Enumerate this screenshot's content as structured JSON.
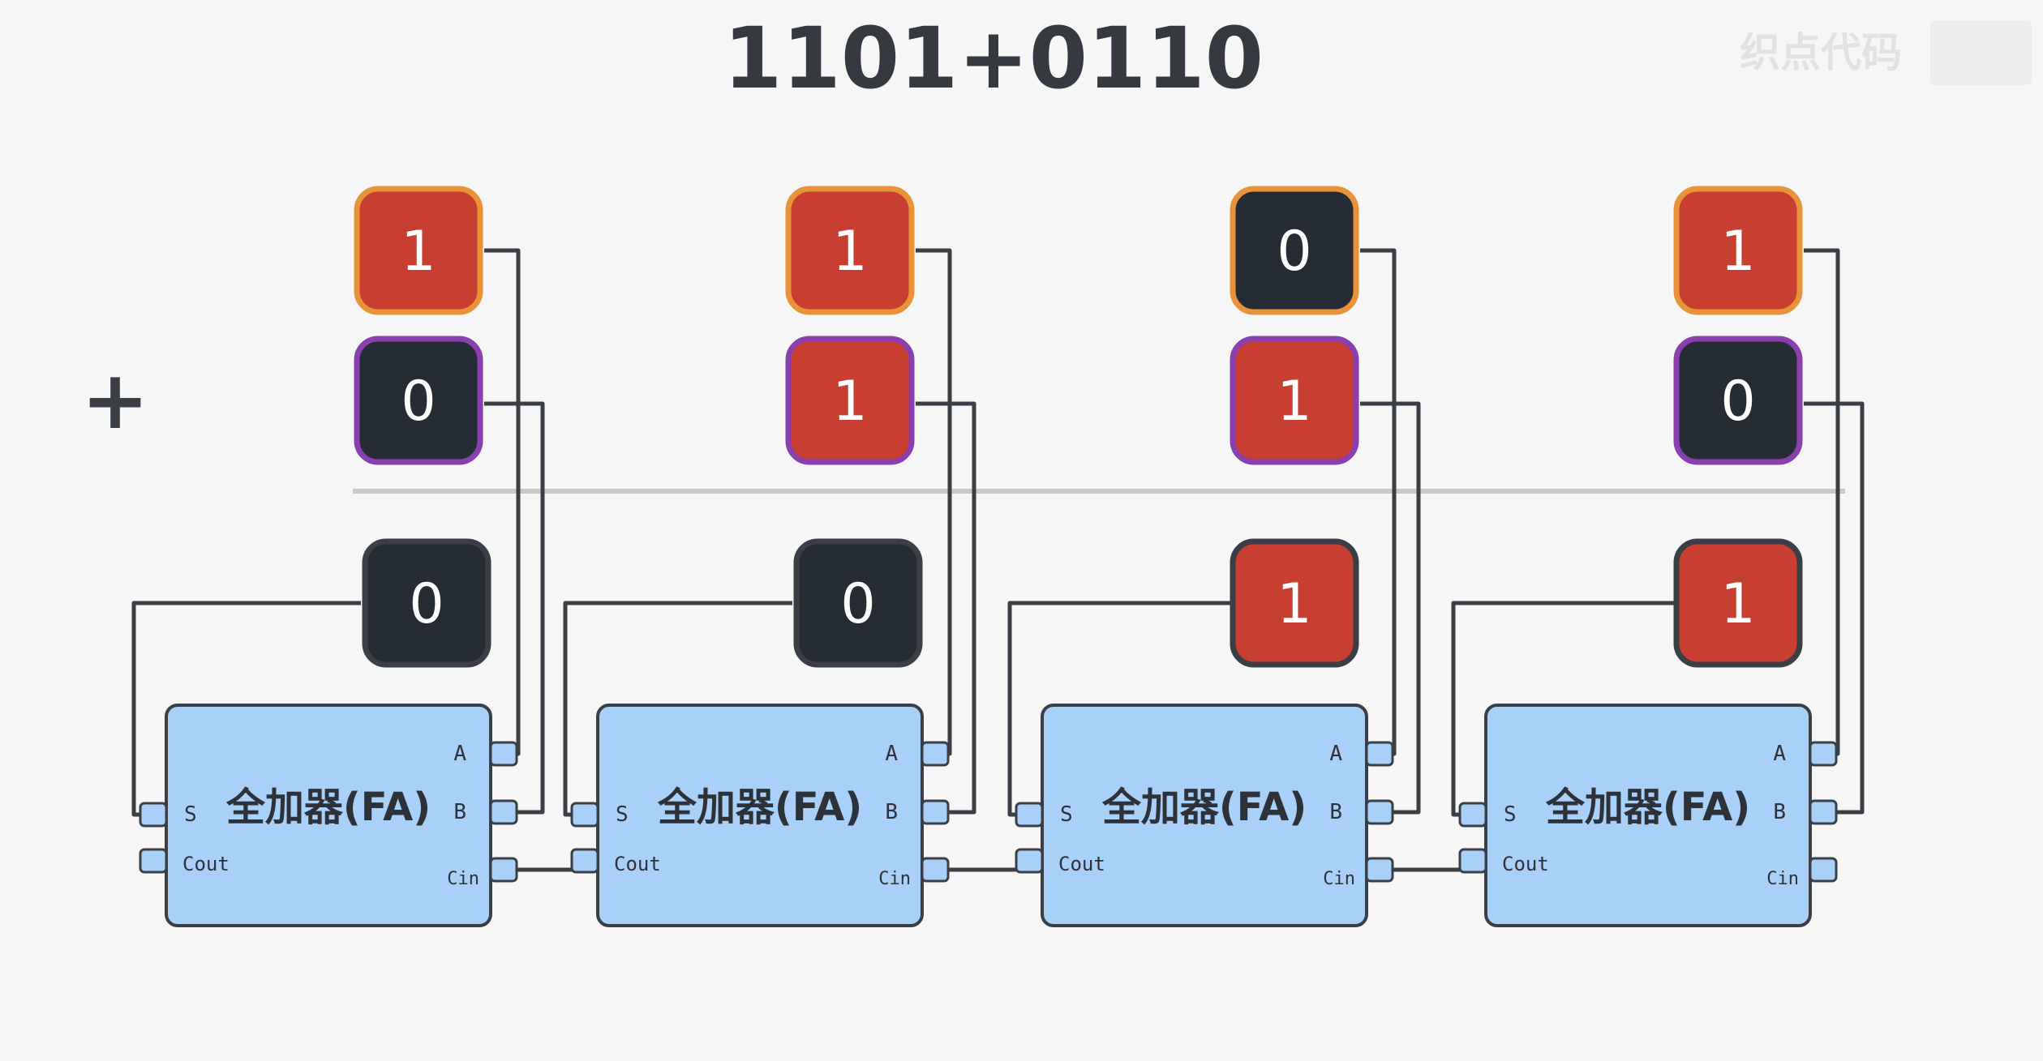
{
  "title": "1101+0110",
  "watermark": "织点代码",
  "operator": "+",
  "colors": {
    "background": "#f6f6f6",
    "bit_one_fill": "#c83e30",
    "bit_zero_fill": "#262c33",
    "operand_a_border": "#e8923a",
    "operand_b_border": "#8a3fae",
    "carry_border": "#3a3f45",
    "adder_fill": "#a9d0f8",
    "adder_border": "#3a3f45",
    "wire": "#3a3f45",
    "divider": "#c8c8c8",
    "title": "#343a40"
  },
  "operand_a": [
    "1",
    "1",
    "0",
    "1"
  ],
  "operand_b": [
    "0",
    "1",
    "1",
    "0"
  ],
  "carry_in": [
    "0",
    "0",
    "1",
    "1"
  ],
  "adders": [
    {
      "label": "全加器(FA)",
      "port_a": "A",
      "port_b": "B",
      "port_cin": "Cin",
      "port_s": "S",
      "port_cout": "Cout"
    },
    {
      "label": "全加器(FA)",
      "port_a": "A",
      "port_b": "B",
      "port_cin": "Cin",
      "port_s": "S",
      "port_cout": "Cout"
    },
    {
      "label": "全加器(FA)",
      "port_a": "A",
      "port_b": "B",
      "port_cin": "Cin",
      "port_s": "S",
      "port_cout": "Cout"
    },
    {
      "label": "全加器(FA)",
      "port_a": "A",
      "port_b": "B",
      "port_cin": "Cin",
      "port_s": "S",
      "port_cout": "Cout"
    }
  ]
}
